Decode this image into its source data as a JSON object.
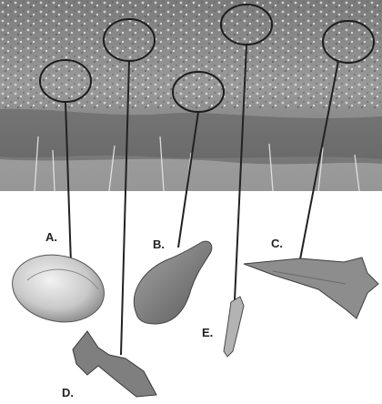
{
  "labels": {
    "a": "A.",
    "b": "B.",
    "c": "C.",
    "d": "D.",
    "e": "E."
  },
  "colors": {
    "background": "#ffffff",
    "soil_dark": "#6f6f6f",
    "soil_light": "#b7b7b7",
    "line": "#222222",
    "artifact_fill": "#8f8f8f"
  }
}
